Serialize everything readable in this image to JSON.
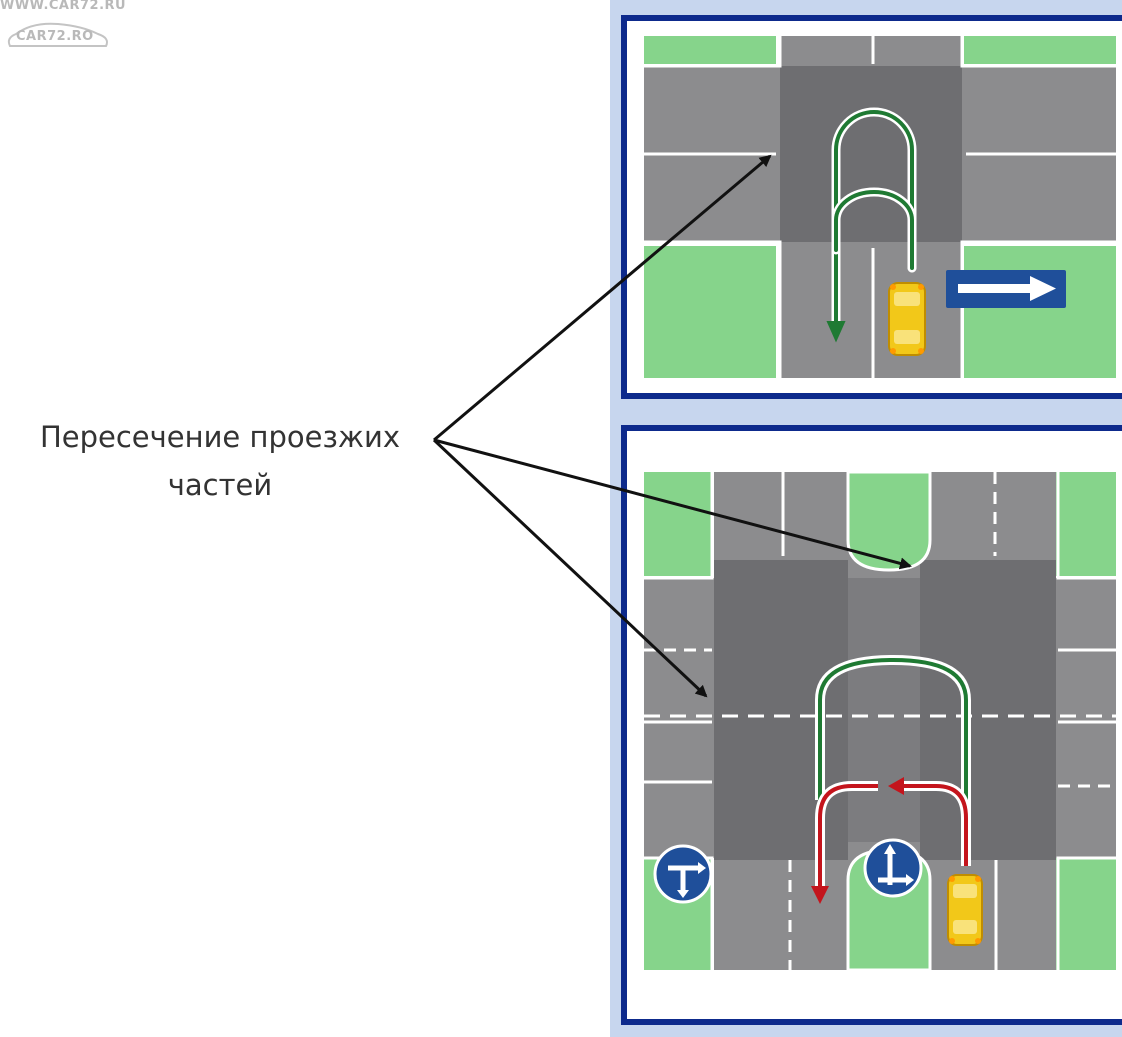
{
  "watermark": {
    "url_text": "WWW.CAR72.RU",
    "logo_text": "CAR72.RO"
  },
  "callout": {
    "line1": "Пересечение проезжих",
    "line2": "частей"
  },
  "colors": {
    "frame_bg": "#c7d6ee",
    "frame_border": "#0d2a8c",
    "road": "#8c8c8e",
    "intersection": "#6e6e71",
    "grass": "#86d48b",
    "green_route": "#1f7a33",
    "red_route": "#c4141c",
    "sign_blue": "#1f4f9a",
    "car": "#f2c819",
    "arrow": "#111111"
  },
  "icons": {
    "one_way_sign": "one-way-right-arrow-sign-icon",
    "t_junction_sign": "t-junction-direction-sign-icon",
    "straight_left_right_sign": "straight-or-right-direction-sign-icon"
  }
}
